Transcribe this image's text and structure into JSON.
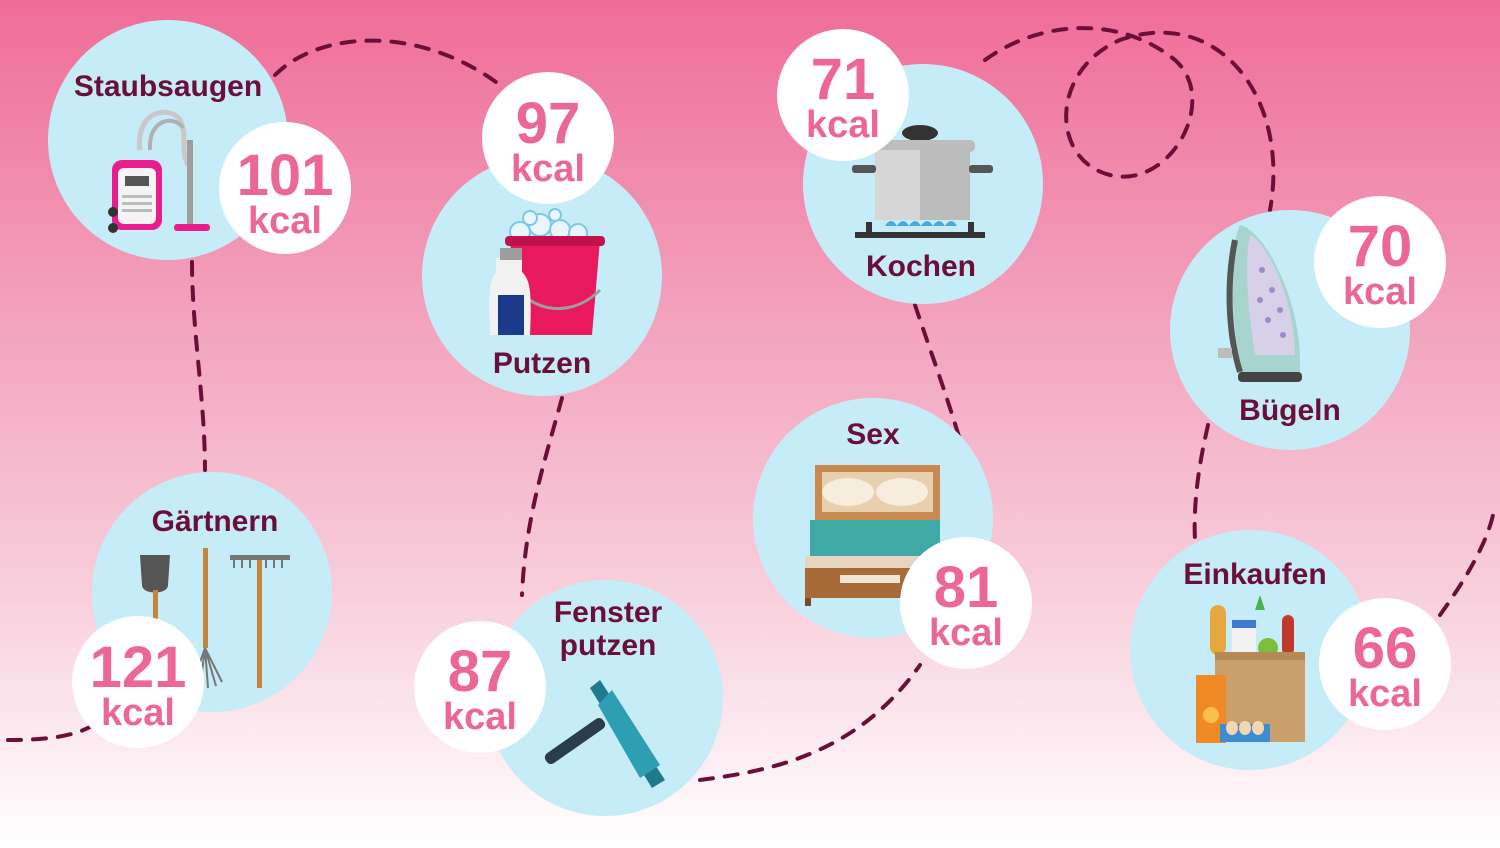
{
  "colors": {
    "bg_top": "#ef6d98",
    "bg_bottom": "#ffffff",
    "circle": "#c6ecf8",
    "badge": "#ffffff",
    "label": "#6b0f3a",
    "kcal": "#ec6796",
    "path": "#6b0f3a"
  },
  "activities": {
    "staubsaugen": {
      "label": "Staubsaugen",
      "value": "101",
      "unit": "kcal",
      "icon": "vacuum-cleaner-icon"
    },
    "putzen": {
      "label": "Putzen",
      "value": "97",
      "unit": "kcal",
      "icon": "cleaning-bucket-icon"
    },
    "kochen": {
      "label": "Kochen",
      "value": "71",
      "unit": "kcal",
      "icon": "cooking-pot-icon"
    },
    "buegeln": {
      "label": "Bügeln",
      "value": "70",
      "unit": "kcal",
      "icon": "iron-icon"
    },
    "gaertnern": {
      "label": "Gärtnern",
      "value": "121",
      "unit": "kcal",
      "icon": "garden-tools-icon"
    },
    "fenster": {
      "label_line1": "Fenster",
      "label_line2": "putzen",
      "value": "87",
      "unit": "kcal",
      "icon": "squeegee-icon"
    },
    "sex": {
      "label": "Sex",
      "value": "81",
      "unit": "kcal",
      "icon": "bed-icon"
    },
    "einkaufen": {
      "label": "Einkaufen",
      "value": "66",
      "unit": "kcal",
      "icon": "grocery-bag-icon"
    }
  }
}
